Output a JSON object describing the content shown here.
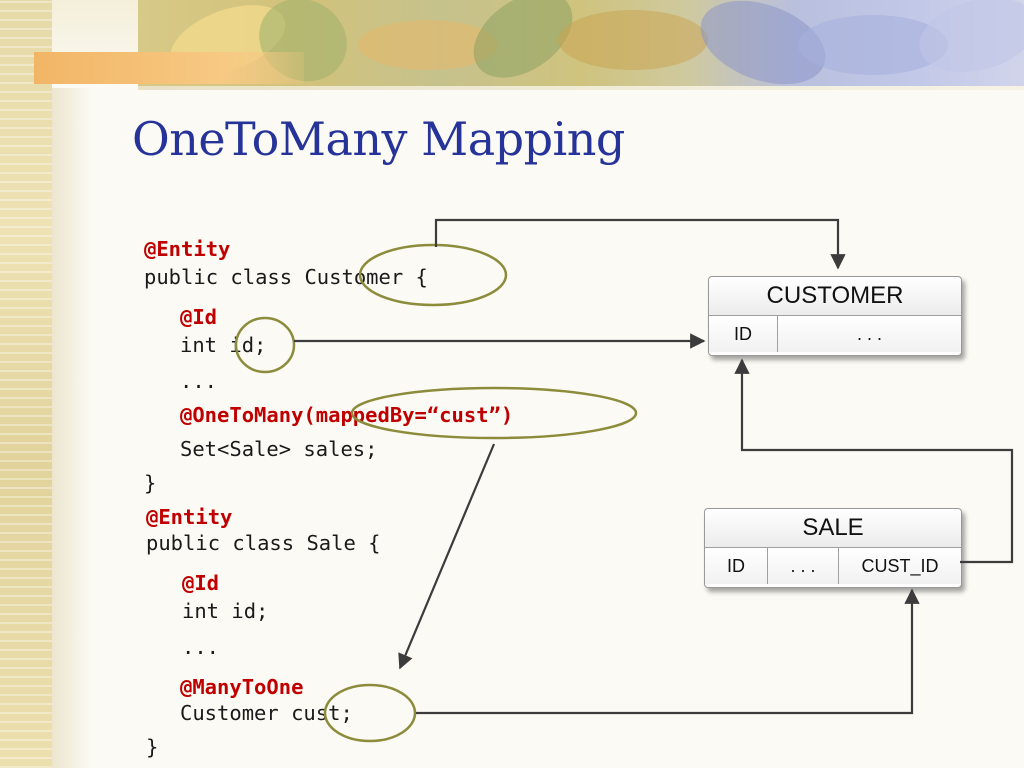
{
  "slide": {
    "title": "OneToMany Mapping"
  },
  "code": {
    "customer_annotation": "@Entity",
    "customer_decl": "public class Customer {",
    "customer_id_annotation": "@Id",
    "customer_id_field": "int id;",
    "customer_ellipsis": "...",
    "one_to_many_annotation": "@OneToMany(mappedBy=“cust”)",
    "sales_field": "Set<Sale> sales;",
    "customer_close": "}",
    "sale_annotation": "@Entity",
    "sale_decl": "public class Sale {",
    "sale_id_annotation": "@Id",
    "sale_id_field": "int id;",
    "sale_ellipsis": "...",
    "many_to_one_annotation": "@ManyToOne",
    "cust_field": "Customer cust;",
    "sale_close": "}"
  },
  "tables": {
    "customer": {
      "name": "CUSTOMER",
      "columns": [
        "ID",
        ". . ."
      ]
    },
    "sale": {
      "name": "SALE",
      "columns": [
        "ID",
        ". . .",
        "CUST_ID"
      ]
    }
  },
  "colors": {
    "title": "#26349a",
    "annotation": "#c00000",
    "highlight_ellipse": "#8c8c3c",
    "arrow": "#3c3c3c"
  }
}
